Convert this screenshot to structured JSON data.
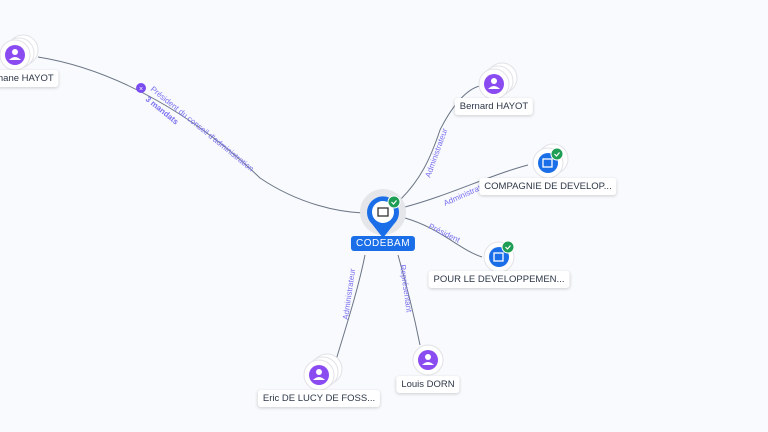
{
  "center": {
    "name": "CODEBAM",
    "verified": true
  },
  "nodes": [
    {
      "id": "stephane",
      "label": "Stéphane HAYOT",
      "type": "person"
    },
    {
      "id": "bernard",
      "label": "Bernard HAYOT",
      "type": "person"
    },
    {
      "id": "compagnie",
      "label": "COMPAGNIE DE DEVELOP...",
      "type": "company",
      "verified": true
    },
    {
      "id": "pour",
      "label": "POUR LE DEVELOPPEMEN...",
      "type": "company",
      "verified": true
    },
    {
      "id": "eric",
      "label": "Eric DE LUCY DE FOSS...",
      "type": "person"
    },
    {
      "id": "louis",
      "label": "Louis DORN",
      "type": "person"
    }
  ],
  "edges": [
    {
      "to": "stephane",
      "role": "Président du conseil d'administration",
      "count": "3 mandats"
    },
    {
      "to": "bernard",
      "role": "Administrateur"
    },
    {
      "to": "compagnie",
      "role": "Administrateur"
    },
    {
      "to": "pour",
      "role": "Président"
    },
    {
      "to": "eric",
      "role": "Administrateur"
    },
    {
      "to": "louis",
      "role": "Représentant"
    }
  ],
  "colors": {
    "person": "#8a4cf0",
    "company": "#1a6fe8",
    "verified": "#1e9d54",
    "edge": "#5f6b7a",
    "edge_label": "#7a6ff0"
  }
}
